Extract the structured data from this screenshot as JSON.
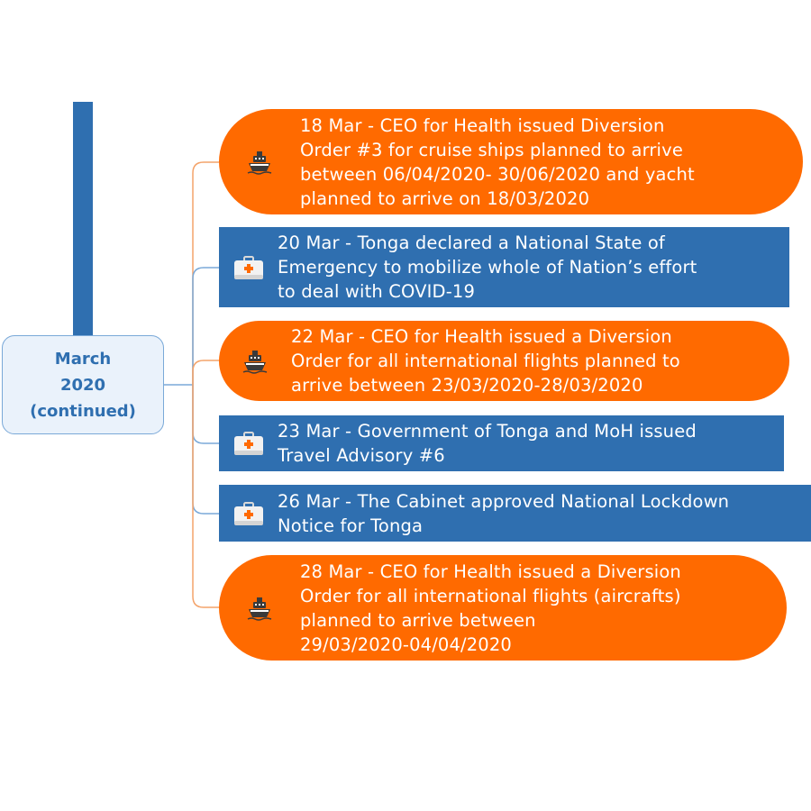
{
  "root": {
    "lines": [
      "March",
      "2020",
      "(continued)"
    ]
  },
  "colors": {
    "orange": "#ff6a00",
    "blue": "#2f6fb0",
    "root_fill": "#eaf2fb",
    "connector_orange": "#f4a36a",
    "connector_blue": "#7aa9d8"
  },
  "events": [
    {
      "kind": "orange",
      "icon": "ship-icon",
      "text": "18 Mar - CEO for Health issued Diversion\nOrder #3 for cruise ships planned to arrive\nbetween 06/04/2020- 30/06/2020 and yacht\nplanned to arrive on 18/03/2020"
    },
    {
      "kind": "blue",
      "icon": "first-aid-kit-icon",
      "text": "20 Mar - Tonga declared a National State of\nEmergency to mobilize whole of Nation’s effort\nto deal with COVID-19"
    },
    {
      "kind": "orange",
      "icon": "ship-icon",
      "text": "22 Mar - CEO for Health issued a Diversion\nOrder for all international flights planned to\narrive between 23/03/2020-28/03/2020"
    },
    {
      "kind": "blue",
      "icon": "first-aid-kit-icon",
      "text": "23 Mar - Government of Tonga and MoH issued\nTravel Advisory #6"
    },
    {
      "kind": "blue",
      "icon": "first-aid-kit-icon",
      "text": "26 Mar - The Cabinet approved National Lockdown\nNotice for Tonga"
    },
    {
      "kind": "orange",
      "icon": "ship-icon",
      "text": "28 Mar - CEO for Health issued a Diversion\nOrder for all international flights (aircrafts)\nplanned to arrive between\n29/03/2020-04/04/2020"
    }
  ]
}
